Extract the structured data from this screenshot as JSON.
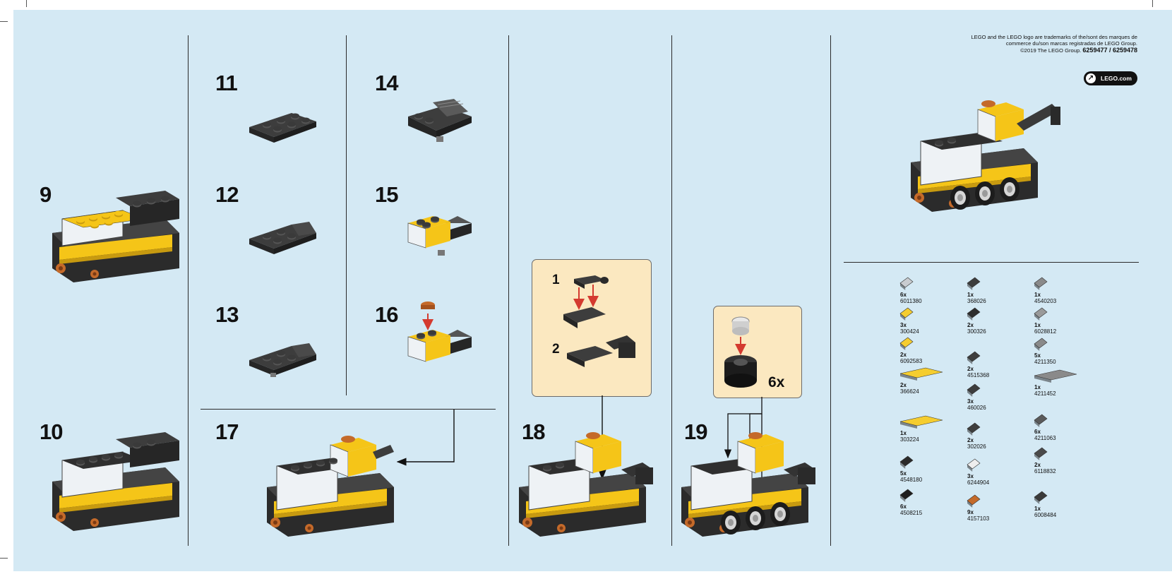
{
  "steps": {
    "s9": "9",
    "s10": "10",
    "s11": "11",
    "s12": "12",
    "s13": "13",
    "s14": "14",
    "s15": "15",
    "s16": "16",
    "s17": "17",
    "s18": "18",
    "s19": "19"
  },
  "callout_18": {
    "sub1": "1",
    "sub2": "2"
  },
  "callout_19": {
    "multiplier": "6x"
  },
  "legal": {
    "line1": "LEGO and the LEGO logo are trademarks of the/sont des marques de",
    "line2": "commerce du/son marcas registradas de LEGO Group.",
    "line3_prefix": "©2019 The LEGO Group.",
    "line3_codes": "6259477 / 6259478"
  },
  "website": {
    "label": "LEGO.com",
    "icon": "arrow-up-right-icon"
  },
  "parts": [
    {
      "qty": "6x",
      "number": "6011380",
      "color": "#c9ccd0",
      "icon": "wheel-rim"
    },
    {
      "qty": "3x",
      "number": "300424",
      "color": "#f5cd2f",
      "icon": "brick-1x2"
    },
    {
      "qty": "2x",
      "number": "6092583",
      "color": "#f5cd2f",
      "icon": "plate-1x2"
    },
    {
      "qty": "2x",
      "number": "366624",
      "color": "#f5cd2f",
      "icon": "plate-1x6"
    },
    {
      "qty": "1x",
      "number": "303224",
      "color": "#f5cd2f",
      "icon": "plate-4x6"
    },
    {
      "qty": "5x",
      "number": "4548180",
      "color": "#2a2a2a",
      "icon": "slope"
    },
    {
      "qty": "6x",
      "number": "4508215",
      "color": "#1e1e1e",
      "icon": "tire"
    },
    {
      "qty": "1x",
      "number": "368026",
      "color": "#3d3d3d",
      "icon": "plate-2x2"
    },
    {
      "qty": "2x",
      "number": "300326",
      "color": "#2e2e2e",
      "icon": "brick-2x2"
    },
    {
      "qty": "2x",
      "number": "4515368",
      "color": "#3d3d3d",
      "icon": "plate-1x4"
    },
    {
      "qty": "3x",
      "number": "460026",
      "color": "#3d3d3d",
      "icon": "plate-2x2-axle"
    },
    {
      "qty": "2x",
      "number": "302026",
      "color": "#3d3d3d",
      "icon": "plate-2x4"
    },
    {
      "qty": "3x",
      "number": "6244904",
      "color": "#eeeeee",
      "icon": "brick-1x2-clear"
    },
    {
      "qty": "9x",
      "number": "4157103",
      "color": "#c46a2a",
      "icon": "round-1x1"
    },
    {
      "qty": "1x",
      "number": "4540203",
      "color": "#8a8a8a",
      "icon": "bracket"
    },
    {
      "qty": "1x",
      "number": "6028812",
      "color": "#9a9a9a",
      "icon": "clip"
    },
    {
      "qty": "5x",
      "number": "4211350",
      "color": "#8a8a8a",
      "icon": "plate-1x4-grey"
    },
    {
      "qty": "1x",
      "number": "4211452",
      "color": "#8a8a8a",
      "icon": "plate-2x6"
    },
    {
      "qty": "6x",
      "number": "4211063",
      "color": "#5a5a5a",
      "icon": "plate-1x2-dark"
    },
    {
      "qty": "2x",
      "number": "6118832",
      "color": "#4a4a4a",
      "icon": "brick-1x4-dark"
    },
    {
      "qty": "1x",
      "number": "6008484",
      "color": "#3a3a3a",
      "icon": "arm"
    }
  ]
}
